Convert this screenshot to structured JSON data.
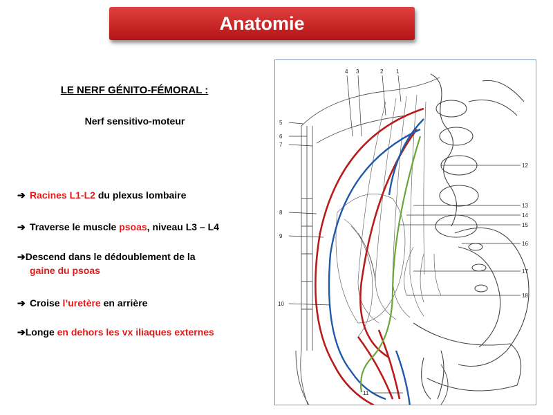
{
  "header": {
    "title": "Anatomie"
  },
  "section": {
    "title": "LE NERF GÉNITO-FÉMORAL :",
    "subtitle": "Nerf sensitivo-moteur"
  },
  "bullets": [
    {
      "parts": [
        {
          "t": "Racines L1-L2",
          "red": true
        },
        {
          "t": " du plexus lombaire",
          "red": false
        }
      ]
    },
    {
      "parts": [
        {
          "t": "Traverse le muscle ",
          "red": false
        },
        {
          "t": "psoas",
          "red": true
        },
        {
          "t": ", niveau L3 – L4",
          "red": false
        }
      ]
    },
    {
      "line1": "Descend dans le dédoublement de la",
      "line2": "gaine du psoas"
    },
    {
      "parts": [
        {
          "t": "Croise ",
          "red": false
        },
        {
          "t": "l’uretère",
          "red": true
        },
        {
          "t": " en arrière",
          "red": false
        }
      ]
    },
    {
      "parts": [
        {
          "t": "Longe ",
          "red": false
        },
        {
          "t": "en dehors les vx iliaques externes",
          "red": true
        }
      ]
    }
  ],
  "arrow_glyph": "➔",
  "figure": {
    "labels_top": [
      "4",
      "3",
      "2",
      "1"
    ],
    "labels_left": [
      "5",
      "6",
      "7",
      "8",
      "9",
      "10"
    ],
    "labels_right": [
      "12",
      "13",
      "14",
      "15",
      "16",
      "17",
      "18"
    ],
    "label_bottom": "11"
  },
  "colors": {
    "banner": "#c62020",
    "accent_red": "#e11b1b",
    "artery": "#b81c1c",
    "vein": "#1f5aa8",
    "nerve": "#6aa63a",
    "figure_border": "#7a9cc4"
  }
}
